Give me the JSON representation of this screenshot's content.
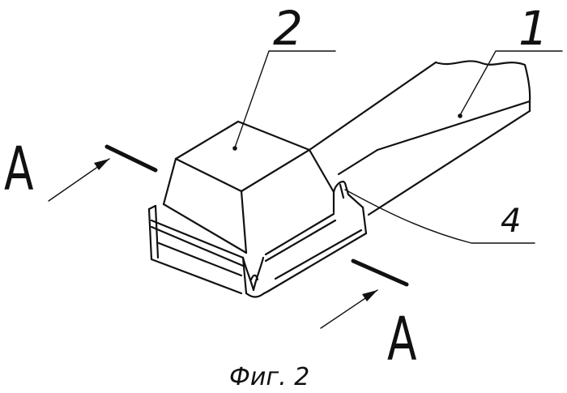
{
  "caption": "Фиг. 2",
  "callouts": {
    "part_1": "1",
    "part_2": "2",
    "part_4": "4"
  },
  "section": {
    "left_label": "A",
    "right_label": "A"
  },
  "colors": {
    "line": "#111111",
    "background": "#ffffff"
  }
}
